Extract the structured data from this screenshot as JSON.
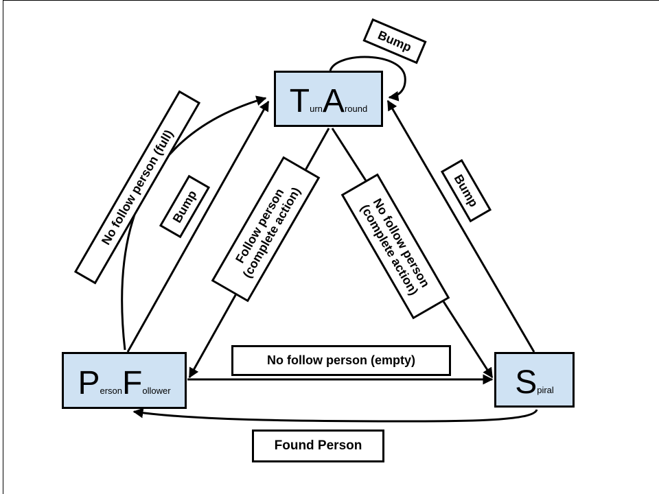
{
  "states": {
    "turn_around": {
      "parts": [
        "T",
        "urn",
        "A",
        "round"
      ]
    },
    "person_follower": {
      "parts": [
        "P",
        "erson",
        "F",
        "ollower"
      ]
    },
    "spiral": {
      "parts": [
        "S",
        "piral"
      ]
    }
  },
  "transitions": {
    "bump_self": "Bump",
    "no_follow_full": "No follow person (full)",
    "bump_pf": "Bump",
    "follow_person": {
      "line1": "Follow person",
      "line2": "(complete action)"
    },
    "no_follow_complete": {
      "line1": "No follow person",
      "line2": "(complete action)"
    },
    "bump_spiral": "Bump",
    "no_follow_empty": "No follow person (empty)",
    "found_person": "Found Person"
  },
  "colors": {
    "state_fill": "#cfe2f3",
    "stroke": "#000000",
    "label_fill": "#ffffff"
  }
}
